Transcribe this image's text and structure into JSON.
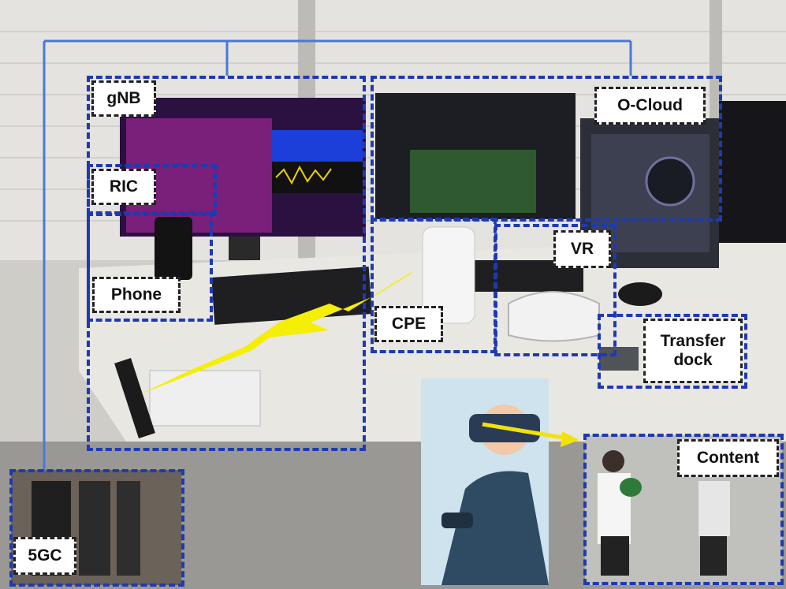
{
  "labels": {
    "gnb": "gNB",
    "ric": "RIC",
    "phone": "Phone",
    "cpe": "CPE",
    "ocloud": "O-Cloud",
    "vr": "VR",
    "transfer_line1": "Transfer",
    "transfer_line2": "dock",
    "content": "Content",
    "core": "5GC"
  },
  "colors": {
    "frame_blue": "#1f3ab0",
    "link_blue": "#4a78d8",
    "wireless_yellow": "#f5ee05",
    "pointer_yellow": "#f2e20a"
  },
  "icons": [
    "wireless-bolt-icon",
    "vr-user-illustration",
    "pointer-arrow-icon"
  ]
}
